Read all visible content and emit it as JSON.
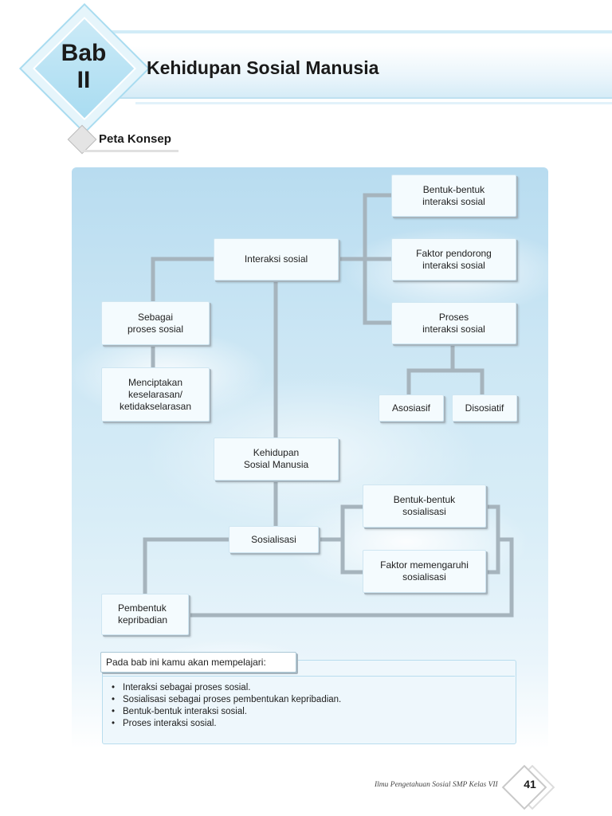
{
  "header": {
    "bab_label": "Bab\nII",
    "chapter_title": "Kehidupan Sosial Manusia"
  },
  "section": {
    "label": "Peta Konsep"
  },
  "concept_map": {
    "interaksi_sosial": "Interaksi sosial",
    "bentuk_interaksi": "Bentuk-bentuk\ninteraksi sosial",
    "faktor_pendorong": "Faktor pendorong\ninteraksi sosial",
    "proses_interaksi": "Proses\ninteraksi sosial",
    "asosiasif": "Asosiasif",
    "disosiatif": "Disosiatif",
    "sebagai_proses": "Sebagai\nproses sosial",
    "menciptakan": "Menciptakan\nkeselarasan/\nketidakselarasan",
    "kehidupan_sosial": "Kehidupan\nSosial Manusia",
    "sosialisasi": "Sosialisasi",
    "bentuk_sosialisasi": "Bentuk-bentuk\nsosialisasi",
    "faktor_mempengaruhi": "Faktor memengaruhi\nsosialisasi",
    "pembentuk_kepribadian": "Pembentuk\nkepribadian"
  },
  "summary": {
    "title": "Pada bab ini kamu akan mempelajari:",
    "items": [
      "Interaksi sebagai proses sosial.",
      "Sosialisasi sebagai proses pembentukan kepribadian.",
      "Bentuk-bentuk  interaksi sosial.",
      "Proses interaksi sosial."
    ]
  },
  "footer": {
    "book_title": "Ilmu Pengetahuan Sosial SMP Kelas VII",
    "page_number": "41"
  },
  "colors": {
    "accent_light_blue": "#a9dcf0",
    "connector_gray": "#a6b4bd",
    "box_fill": "#f4fbfe"
  }
}
